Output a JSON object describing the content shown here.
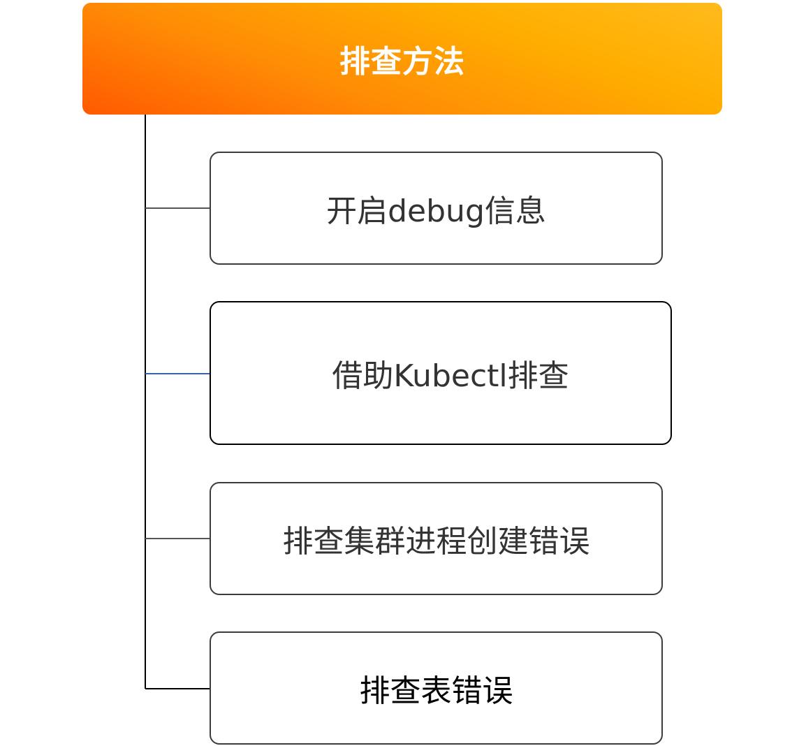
{
  "root": {
    "title": "排查方法"
  },
  "children": [
    {
      "label": "开启debug信息"
    },
    {
      "label": "借助Kubectl排查"
    },
    {
      "label": "排查集群进程创建错误"
    },
    {
      "label": "排查表错误"
    }
  ],
  "colors": {
    "root_gradient_start": "#ffbb1c",
    "root_gradient_end": "#ff5a00",
    "root_text": "#ffffff",
    "box_border": "#3c3c3c",
    "box_text": "#333333",
    "highlight_connector": "#3a5fb0"
  }
}
